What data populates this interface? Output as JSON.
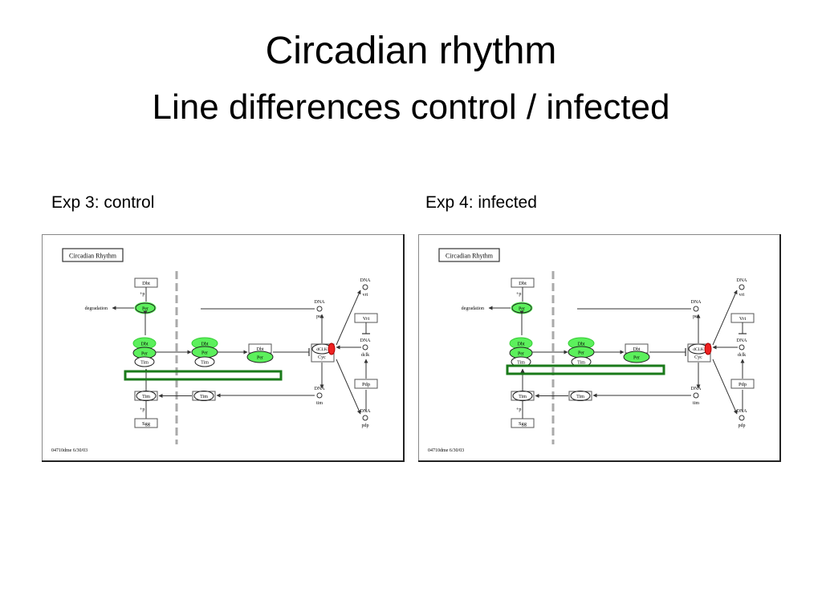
{
  "slide": {
    "title": "Circadian rhythm",
    "subtitle": "Line differences control / infected"
  },
  "panels": [
    {
      "label": "Exp 3: control",
      "diagram": {
        "title": "Circadian Rhythm",
        "footer": "04710dme  6/30/03",
        "degradation": "degradation",
        "plus_p_top": "+p",
        "plus_p_bottom": "+p",
        "nodes": {
          "dbt_top": "Dbt",
          "per_top": "Per",
          "dbt_mid": "Dbt",
          "per_mid": "Per",
          "tim_mid": "Tim",
          "dbt_c2": "Dbt",
          "per_c2": "Per",
          "tim_c2": "Tim",
          "dbt_c3": "Dbt",
          "per_c3": "Per",
          "tim_low": "Tim",
          "tim_low2": "Tim",
          "sgg": "Sgg",
          "clk": "dCLK",
          "cyc": "Cyc",
          "vri": "Vri",
          "pdp": "Pdp"
        },
        "dna_labels": {
          "vri": [
            "DNA",
            "vri"
          ],
          "per": [
            "DNA",
            "per"
          ],
          "dclk": [
            "DNA",
            "dclk"
          ],
          "tim": [
            "DNA",
            "tim"
          ],
          "pdp": [
            "DNA",
            "pdp"
          ]
        },
        "highlight_color": "#5cf05c",
        "box_color": "#1a7a1a",
        "clk_color": "#ee2222"
      }
    },
    {
      "label": "Exp 4: infected",
      "diagram": {
        "title": "Circadian Rhythm",
        "footer": "04710dme  6/30/03",
        "degradation": "degradation",
        "plus_p_top": "+p",
        "plus_p_bottom": "+p",
        "nodes": {
          "dbt_top": "Dbt",
          "per_top": "Per",
          "dbt_mid": "Dbt",
          "per_mid": "Per",
          "tim_mid": "Tim",
          "dbt_c2": "Dbt",
          "per_c2": "Per",
          "tim_c2": "Tim",
          "dbt_c3": "Dbt",
          "per_c3": "Per",
          "tim_low": "Tim",
          "tim_low2": "Tim",
          "sgg": "Sgg",
          "clk": "dCLK",
          "cyc": "Cyc",
          "vri": "Vri",
          "pdp": "Pdp"
        },
        "dna_labels": {
          "vri": [
            "DNA",
            "vri"
          ],
          "per": [
            "DNA",
            "per"
          ],
          "dclk": [
            "DNA",
            "dclk"
          ],
          "tim": [
            "DNA",
            "tim"
          ],
          "pdp": [
            "DNA",
            "pdp"
          ]
        },
        "highlight_color": "#5cf05c",
        "box_color": "#1a7a1a",
        "clk_color": "#ee2222"
      }
    }
  ]
}
